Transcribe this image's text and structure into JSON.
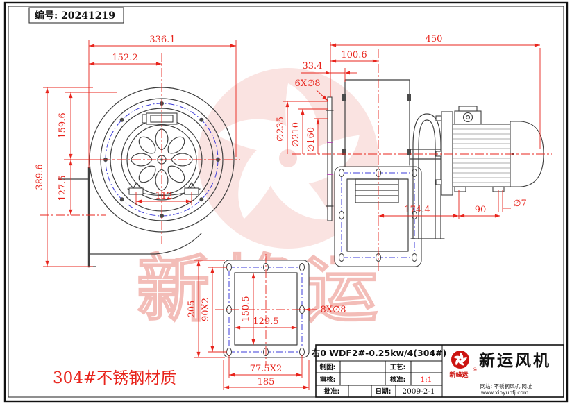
{
  "header": {
    "doc_no": "编号: 20241219"
  },
  "material_note": "304#不锈钢材质",
  "front_view": {
    "dims": {
      "total_width": "336.1",
      "center_offset": "152.2",
      "upper_height": "159.6",
      "total_height": "389.6",
      "lower_height": "127.5",
      "feet_span": "112"
    }
  },
  "side_view": {
    "dims": {
      "total_length": "450",
      "inlet_depth": "100.6",
      "flange_gap": "33.4",
      "inlet_holes": "6X∅8",
      "flange_od": "∅235",
      "bolt_circle": "∅210",
      "inlet_id": "∅160",
      "foot_offset": "174.4",
      "foot_pitch": "90",
      "foot_hole": "∅7"
    }
  },
  "flange_view": {
    "dims": {
      "outer_height": "205",
      "bolt_pitch_v": "90X2",
      "opening_height": "150.5",
      "opening_width": "129.5",
      "holes": "8X∅8",
      "bolt_pitch_h": "77.5X2",
      "outer_width": "185"
    }
  },
  "title_block": {
    "model": "右0 WDF2#-0.25kw/4(304#)",
    "fields": [
      {
        "label": "制图:",
        "value": ""
      },
      {
        "label": "工艺:",
        "value": ""
      },
      {
        "label": "审核:",
        "value": ""
      },
      {
        "label": "核准:",
        "value": "1:1"
      },
      {
        "label": "批准:",
        "value": ""
      },
      {
        "label": "日期:",
        "value": "2009-2-1"
      }
    ],
    "company": "新运风机",
    "logo_text": "新峰运",
    "registered": "®",
    "site_line1": "网站: 不锈钢风机.网址",
    "site_line2": "www.xinyunfj.com"
  },
  "watermark": {
    "text": "新峰运",
    "registered": "®"
  },
  "colors": {
    "dimension_red": "#e8241c",
    "scale_red": "#ff1212",
    "line_dark": "#3f3f3f",
    "bolt_blue": "#3b3bd8",
    "watermark_pink": "#e05244",
    "logo_red": "#cc1410"
  }
}
